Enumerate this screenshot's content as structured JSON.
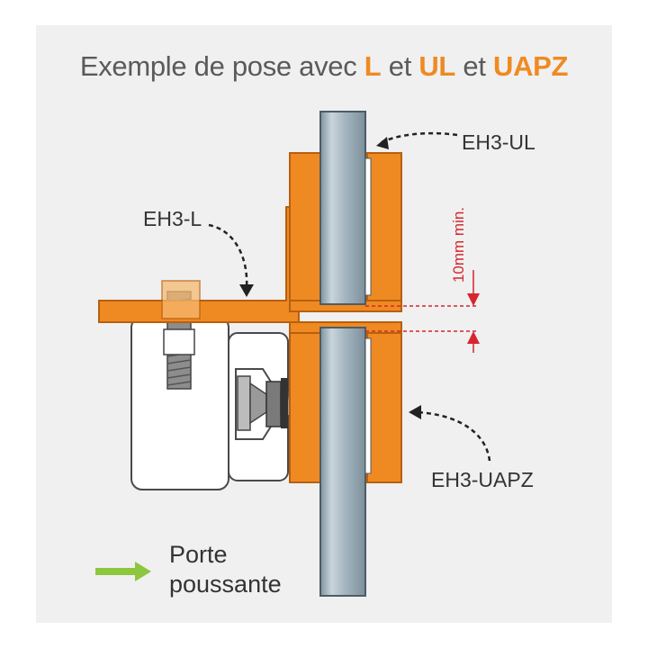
{
  "title": {
    "prefix": "Exemple de pose avec",
    "hl1": "L",
    "sep1": "et",
    "hl2": "UL",
    "sep2": "et",
    "hl3": "UAPZ"
  },
  "labels": {
    "ul": "EH3-UL",
    "l": "EH3-L",
    "uapz": "EH3-UAPZ",
    "gap": "10mm min."
  },
  "legend": {
    "line1": "Porte",
    "line2": "poussante"
  },
  "colors": {
    "profile": "#ef8a22",
    "profile_edge": "#b85f10",
    "glass": "#a8b8c2",
    "accent": "#d6262e",
    "arrow": "#8dc63f",
    "title_text": "#5a5a5a"
  }
}
